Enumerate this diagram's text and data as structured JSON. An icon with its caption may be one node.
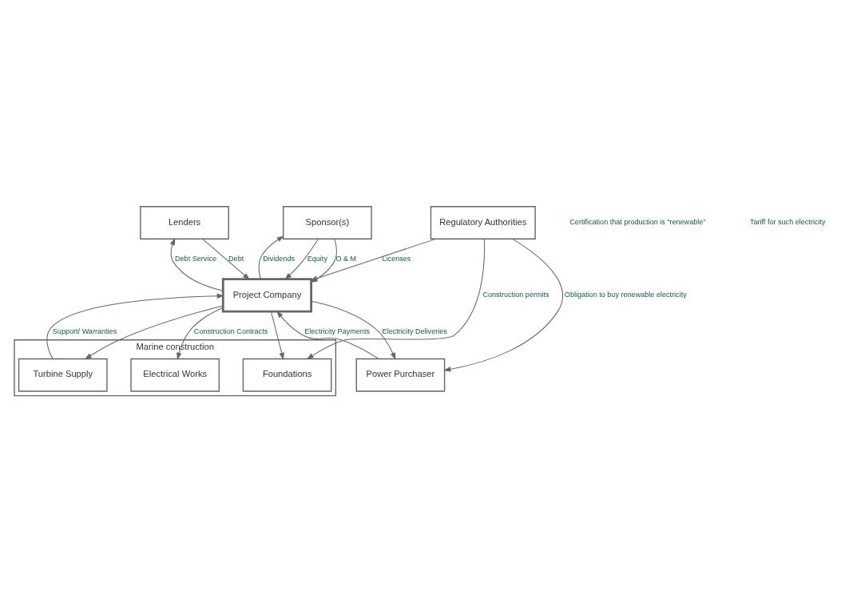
{
  "diagram": {
    "nodes": [
      {
        "text": [
          "Sponsor(s)"
        ]
      },
      {
        "text": [
          "Lenders"
        ]
      },
      {
        "text": [
          "Project Company"
        ]
      },
      {
        "text": [
          "Marine construction"
        ]
      },
      {
        "text": [
          "Turbine Supply"
        ],
        "in": 3
      },
      {
        "text": [
          "Electrical Works"
        ],
        "in": 3
      },
      {
        "text": [
          "Foundations"
        ],
        "in": 3
      },
      {
        "text": [
          "Power Purchaser"
        ]
      },
      {
        "text": [
          "Regulatory Authorities"
        ]
      }
    ],
    "edges": [
      {
        "from": 0,
        "to": 2,
        "arrow": "to",
        "label": "Equity"
      },
      {
        "from": 1,
        "to": 2,
        "arrow": "to",
        "label": "Debt"
      },
      {
        "from": 2,
        "to": 0,
        "arrow": "to",
        "label": "Dividends"
      },
      {
        "from": 2,
        "to": 1,
        "arrow": "to",
        "label": "Debt Service"
      },
      {
        "from": 0,
        "to": 2,
        "arrow": "to",
        "label": "O & M"
      },
      {
        "from": 4,
        "to": 2,
        "arrow": "to",
        "label": "Support/ Warranties"
      },
      {
        "from": 7,
        "to": 2,
        "arrow": "to",
        "label": "Electricity Payments"
      },
      {
        "from": 2,
        "to": 4,
        "arrow": "to"
      },
      {
        "from": 2,
        "to": 5,
        "arrow": "to",
        "label": "Construction Contracts"
      },
      {
        "from": 2,
        "to": 6,
        "arrow": "to"
      },
      {
        "from": 2,
        "to": 7,
        "arrow": "to",
        "label": "Electricity Deliveries"
      },
      {
        "from": 8,
        "to": 2,
        "arrow": "to",
        "label": "Licenses"
      },
      {
        "from": 8,
        "to": 7,
        "arrow": "to",
        "label": "Obligation to buy renewable electricity"
      },
      {
        "from": 8,
        "to": 6,
        "arrow": "to",
        "label": "Construction permits"
      }
    ],
    "labels": [
      "Certification that production is “renewable”",
      "Tariff for such electricity"
    ]
  }
}
